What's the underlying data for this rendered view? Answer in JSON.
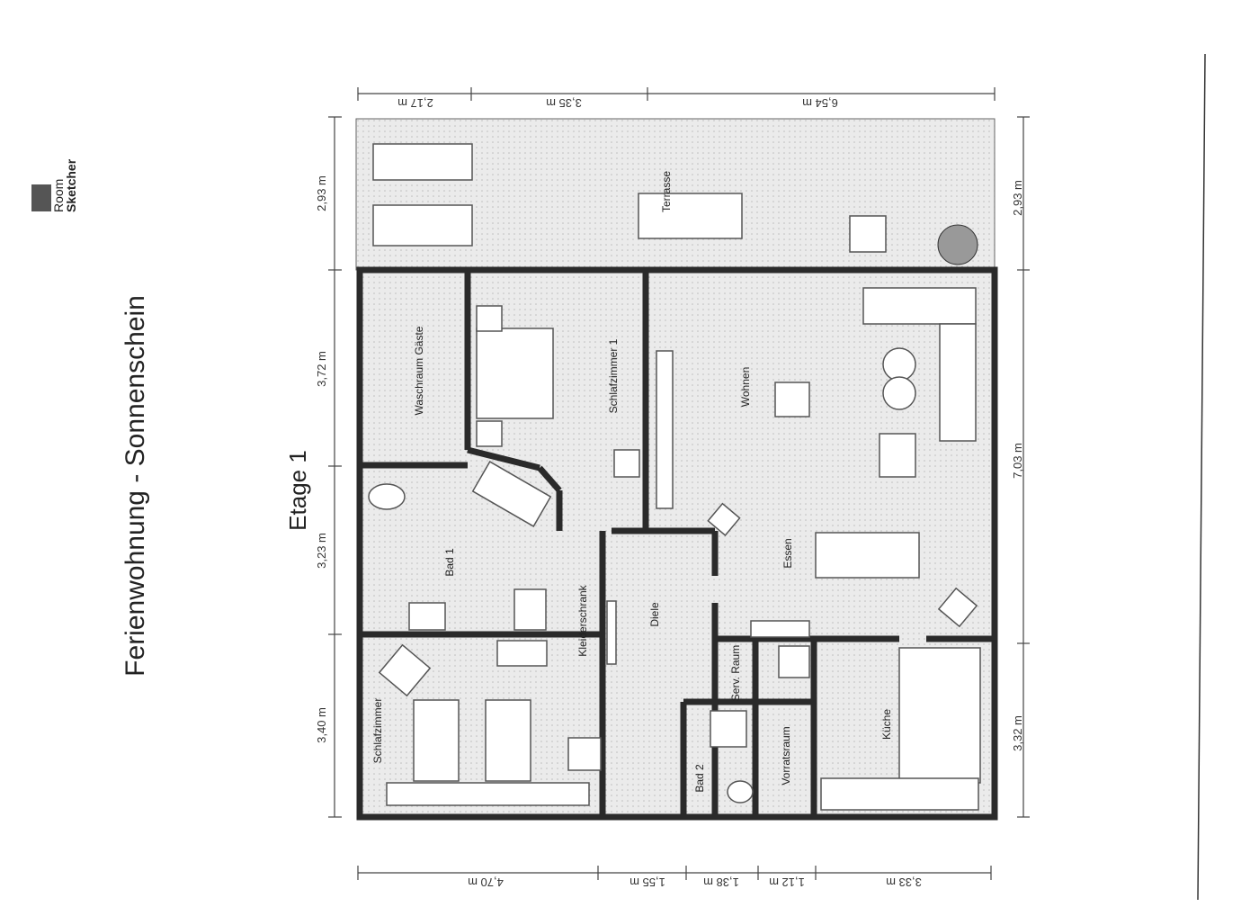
{
  "title": "Ferienwohnung - Sonnenschein",
  "floor": "Etage 1",
  "logo": {
    "line1": "Room",
    "line2": "Sketcher"
  },
  "dimensions": {
    "top": [
      "2,17 m",
      "3,35 m",
      "6,54 m"
    ],
    "bottom": [
      "4,70 m",
      "1,55 m",
      "1,38 m",
      "1,12 m",
      "3,33 m"
    ],
    "left": [
      "2,93 m",
      "3,72 m",
      "3,23 m",
      "3,40 m"
    ],
    "right": [
      "2,93 m",
      "7,03 m",
      "3,32 m"
    ]
  },
  "rooms": {
    "terrasse": "Terrasse",
    "waschraum": "Waschraum Gäste",
    "schlafzimmer1": "Schlafzimmer 1",
    "wohnen": "Wohnen",
    "bad1": "Bad 1",
    "essen": "Essen",
    "kleiderschrank": "Kleiderschrank",
    "diele": "Diele",
    "servraum": "Serv. Raum",
    "bad2": "Bad 2",
    "vorratsraum": "Vorratsraum",
    "kueche": "Küche",
    "schlafzimmer": "Schlafzimmer"
  }
}
